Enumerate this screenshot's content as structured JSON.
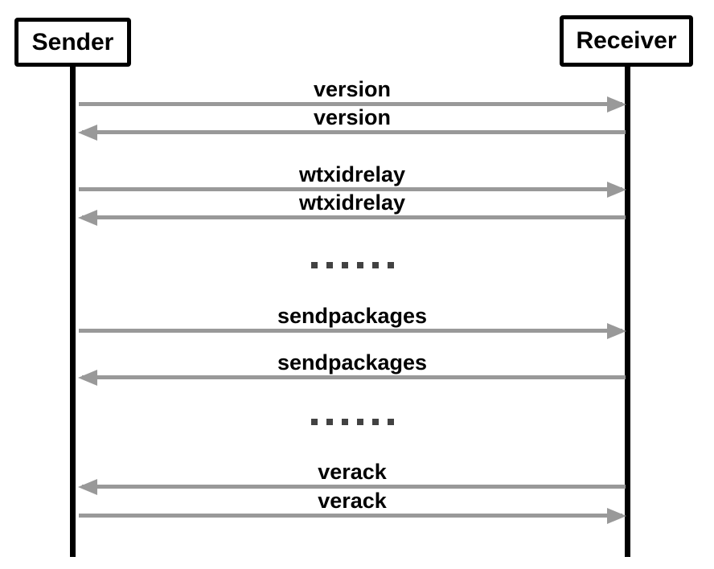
{
  "diagram": {
    "type": "sequence-diagram",
    "actors": [
      {
        "name": "Sender"
      },
      {
        "name": "Receiver"
      }
    ],
    "messages": [
      {
        "type": "message",
        "label": "version",
        "from": "Sender",
        "to": "Receiver",
        "direction": "right"
      },
      {
        "type": "message",
        "label": "version",
        "from": "Receiver",
        "to": "Sender",
        "direction": "left"
      },
      {
        "type": "message",
        "label": "wtxidrelay",
        "from": "Sender",
        "to": "Receiver",
        "direction": "right"
      },
      {
        "type": "message",
        "label": "wtxidrelay",
        "from": "Receiver",
        "to": "Sender",
        "direction": "left"
      },
      {
        "type": "ellipsis",
        "dots": 6
      },
      {
        "type": "message",
        "label": "sendpackages",
        "from": "Sender",
        "to": "Receiver",
        "direction": "right"
      },
      {
        "type": "message",
        "label": "sendpackages",
        "from": "Receiver",
        "to": "Sender",
        "direction": "left"
      },
      {
        "type": "ellipsis",
        "dots": 6
      },
      {
        "type": "message",
        "label": "verack",
        "from": "Receiver",
        "to": "Sender",
        "direction": "left"
      },
      {
        "type": "message",
        "label": "verack",
        "from": "Sender",
        "to": "Receiver",
        "direction": "right"
      }
    ],
    "colors": {
      "actor_border": "#000000",
      "lifeline": "#000000",
      "arrow": "#999999",
      "label": "#000000",
      "dots": "#424242",
      "background": "#ffffff"
    }
  }
}
